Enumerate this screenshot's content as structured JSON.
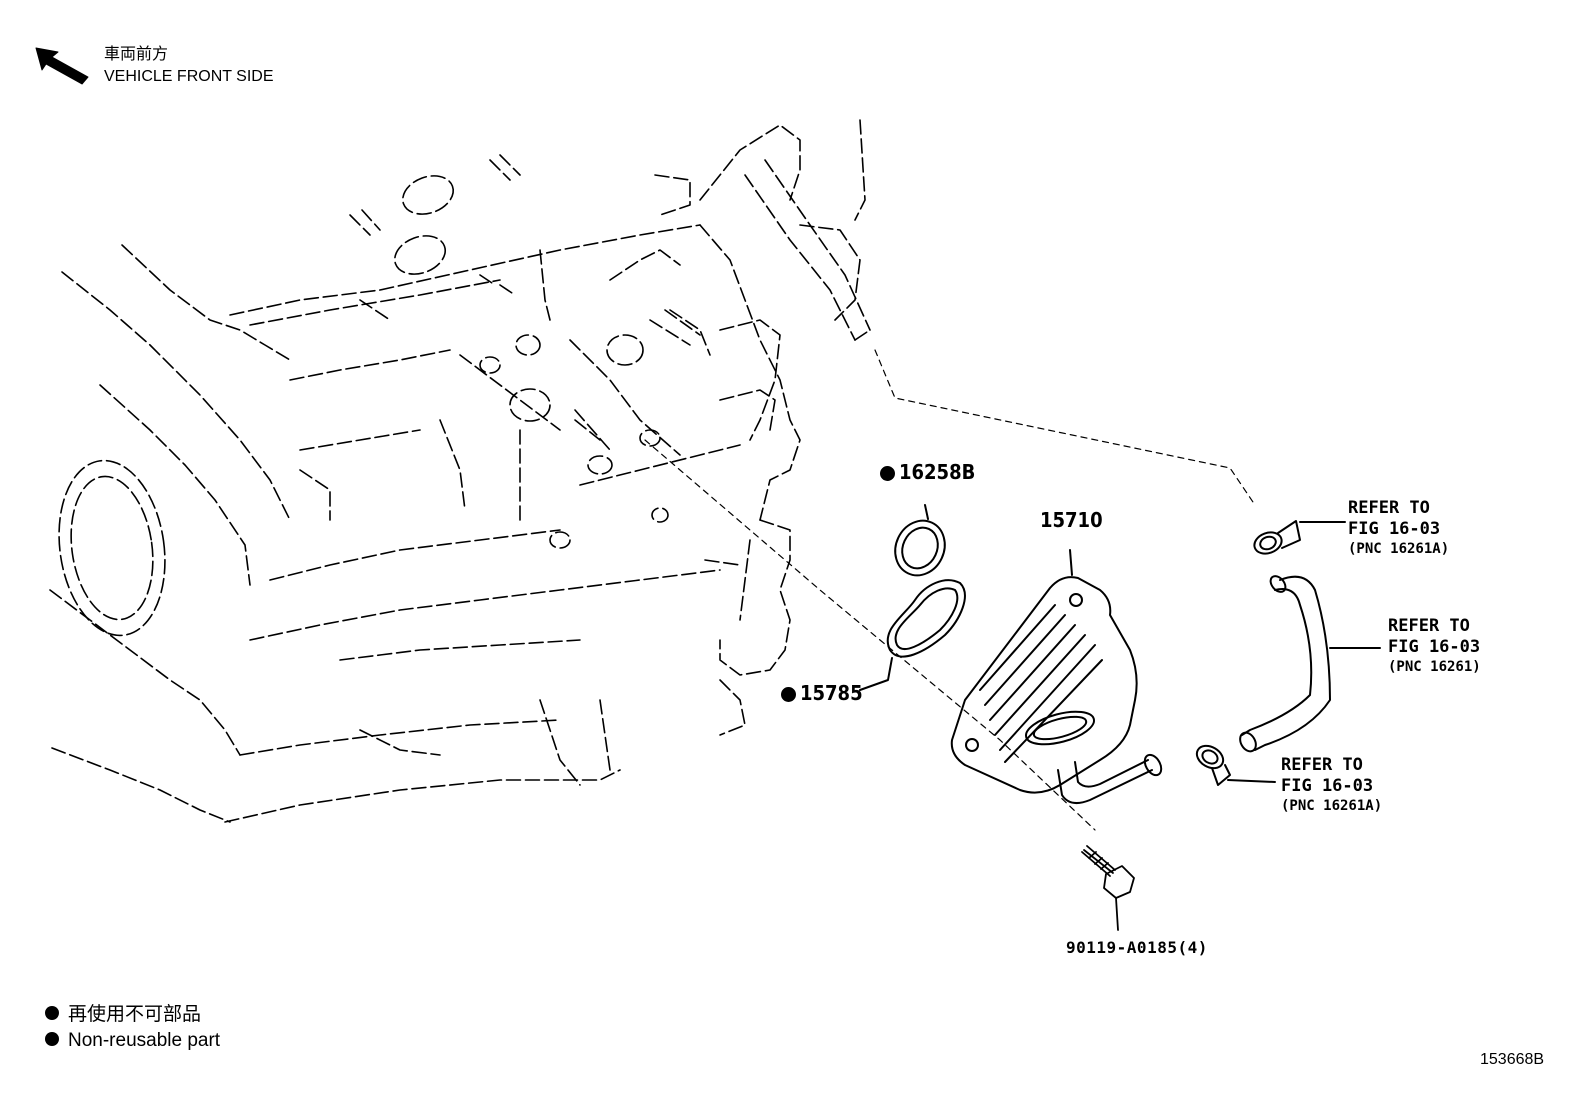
{
  "header": {
    "direction_jp": "車両前方",
    "direction_en": "VEHICLE FRONT SIDE"
  },
  "parts": {
    "oil_cooler": "15710",
    "oring_small": "16258B",
    "gasket": "15785",
    "bolt": "90119-A0185(4)"
  },
  "references": [
    {
      "line1": "REFER TO",
      "line2": "FIG 16-03",
      "line3": "(PNC 16261A)"
    },
    {
      "line1": "REFER TO",
      "line2": "FIG 16-03",
      "line3": "(PNC 16261)"
    },
    {
      "line1": "REFER TO",
      "line2": "FIG 16-03",
      "line3": "(PNC 16261A)"
    }
  ],
  "legend": {
    "jp": "再使用不可部品",
    "en": "Non-reusable part"
  },
  "diagram_id": "153668B"
}
